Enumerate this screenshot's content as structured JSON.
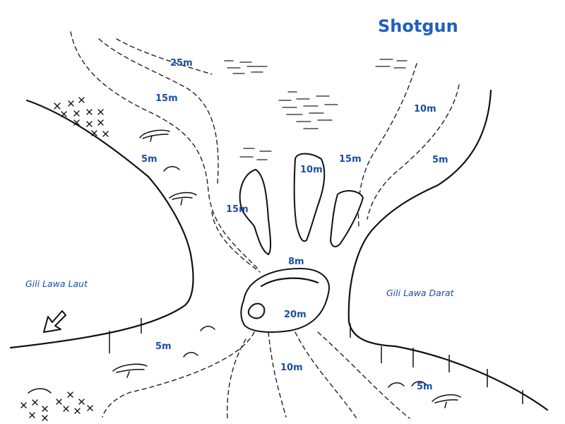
{
  "map": {
    "title": "Shotgun",
    "islands": {
      "west": "Gili Lawa Laut",
      "east": "Gili Lawa Darat"
    },
    "depths": {
      "d25_top": "25m",
      "d15_left_upper": "15m",
      "d5_left_upper": "5m",
      "d15_left_channel": "15m",
      "d10_center_rock": "10m",
      "d15_center_right": "15m",
      "d10_right_upper": "10m",
      "d5_right_upper": "5m",
      "d8_pinnacle": "8m",
      "d20_pinnacle": "20m",
      "d5_left_lower": "5m",
      "d10_bottom": "10m",
      "d5_right_lower": "5m"
    },
    "icons": {
      "current_arrow": "current-arrow-icon",
      "coral": "coral-icon",
      "reef_cross": "cross-icon"
    }
  }
}
